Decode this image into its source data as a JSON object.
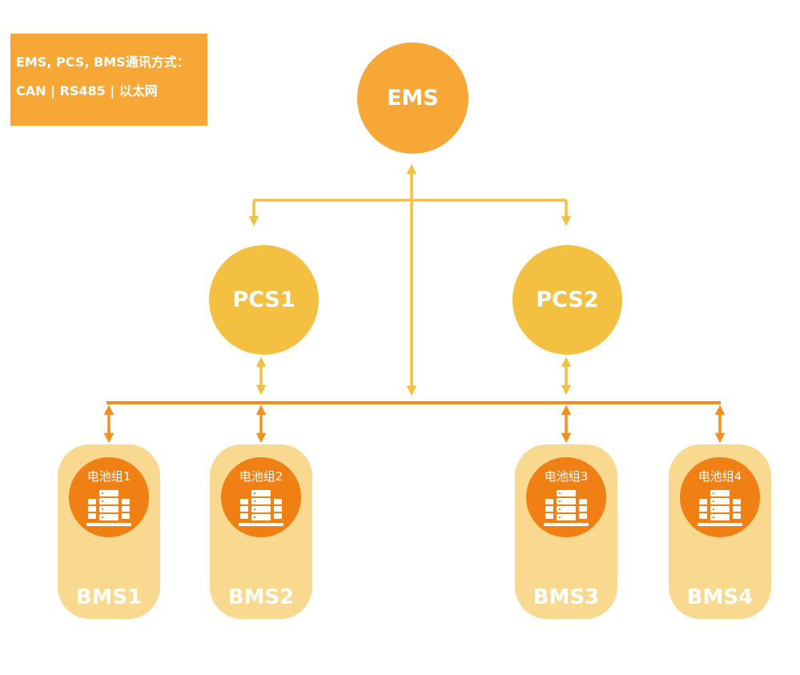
{
  "legend": {
    "line1": "EMS, PCS, BMS通讯方式：",
    "line2": "CAN | RS485 | 以太网"
  },
  "ems": {
    "label": "EMS"
  },
  "pcs": [
    {
      "label": "PCS1"
    },
    {
      "label": "PCS2"
    }
  ],
  "bms": [
    {
      "label": "BMS1",
      "battery_label": "电池组1"
    },
    {
      "label": "BMS2",
      "battery_label": "电池组2"
    },
    {
      "label": "BMS3",
      "battery_label": "电池组3"
    },
    {
      "label": "BMS4",
      "battery_label": "电池组4"
    }
  ],
  "colors": {
    "ems": "#f6a735",
    "pcs": "#f4c042",
    "bms_card": "#f8d98f",
    "battery_circle": "#f07f14",
    "upper_connector": "#f4c042",
    "bus_connector": "#f39019"
  },
  "icons": {
    "battery": "battery-rack-icon"
  }
}
